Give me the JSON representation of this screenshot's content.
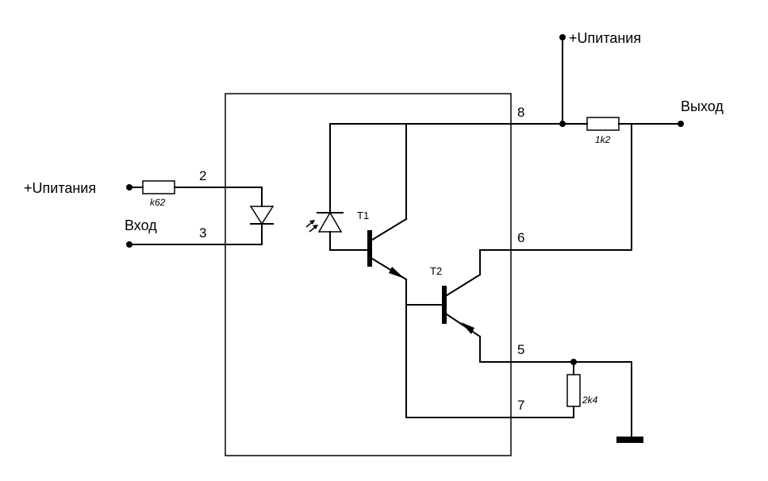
{
  "labels": {
    "supply_top": "+Uпитания",
    "supply_left": "+Uпитания",
    "output": "Выход",
    "input": "Вход"
  },
  "pins": {
    "p2": "2",
    "p3": "3",
    "p5": "5",
    "p6": "6",
    "p7": "7",
    "p8": "8"
  },
  "components": {
    "r_input": "k62",
    "r_load": "1k2",
    "r_emitter": "2k4",
    "transistor_1": "T1",
    "transistor_2": "T2"
  }
}
